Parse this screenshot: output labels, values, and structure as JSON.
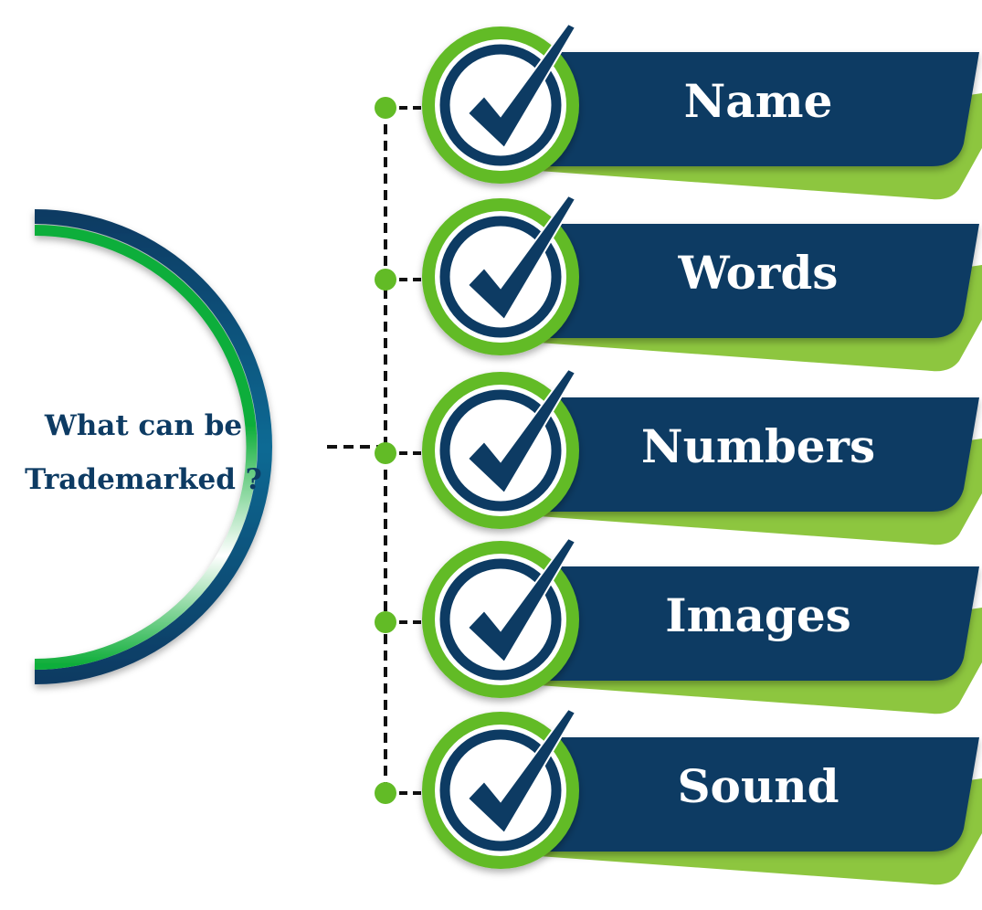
{
  "center": {
    "line1": "What can be",
    "line2": "Trademarked ?"
  },
  "items": [
    {
      "label": "Name",
      "icon": "checkmark-icon"
    },
    {
      "label": "Words",
      "icon": "checkmark-icon"
    },
    {
      "label": "Numbers",
      "icon": "checkmark-icon"
    },
    {
      "label": "Images",
      "icon": "checkmark-icon"
    },
    {
      "label": "Sound",
      "icon": "checkmark-icon"
    }
  ],
  "colors": {
    "navy": "#0d3b63",
    "green": "#62bb26",
    "light_green": "#8dc63f"
  }
}
